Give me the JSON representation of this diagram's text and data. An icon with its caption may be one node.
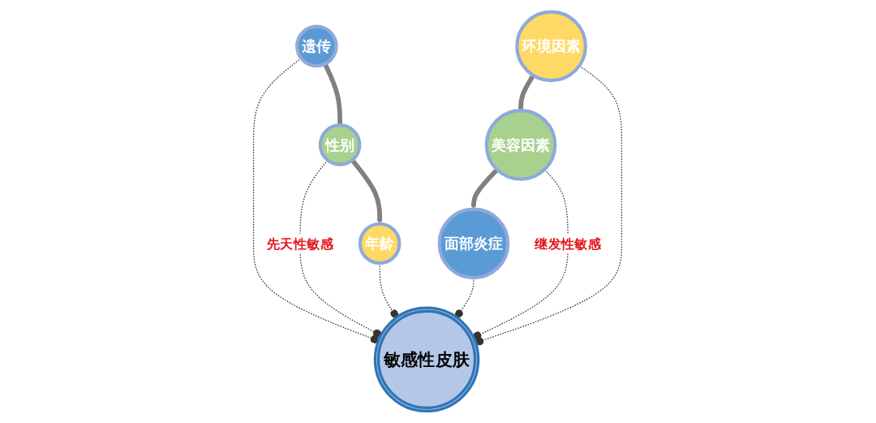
{
  "diagram": {
    "nodes": [
      {
        "text": [
          "遗传"
        ]
      },
      {
        "text": [
          "性别"
        ]
      },
      {
        "text": [
          "年龄"
        ]
      },
      {
        "text": [
          "敏感性皮肤"
        ]
      },
      {
        "text": [
          "面部炎症"
        ]
      },
      {
        "text": [
          "美容因素"
        ]
      },
      {
        "text": [
          "环境因素"
        ]
      }
    ],
    "edges": [
      {
        "from": 0,
        "to": 1,
        "arrow": "none",
        "style": "thick",
        "color": "#808080"
      },
      {
        "from": 1,
        "to": 2,
        "arrow": "to",
        "style": "thick",
        "color": "#808080"
      },
      {
        "from": 0,
        "to": 3,
        "arrow": "other",
        "style": "dashed"
      },
      {
        "from": 1,
        "to": 3,
        "label": "先天性敏感",
        "arrow": "other",
        "style": "dashed"
      },
      {
        "from": 2,
        "to": 3,
        "arrow": "other",
        "style": "dashed"
      },
      {
        "from": 4,
        "to": 3,
        "arrow": "other",
        "style": "dashed"
      },
      {
        "from": 5,
        "to": 3,
        "label": "继发性敏感",
        "arrow": "other",
        "style": "dashed"
      },
      {
        "from": 6,
        "to": 3,
        "arrow": "other",
        "style": "dashed"
      },
      {
        "from": 6,
        "to": 5,
        "arrow": "none",
        "style": "thick",
        "color": "#808080"
      },
      {
        "from": 5,
        "to": 4,
        "arrow": "to",
        "style": "thick",
        "color": "#808080"
      }
    ]
  }
}
